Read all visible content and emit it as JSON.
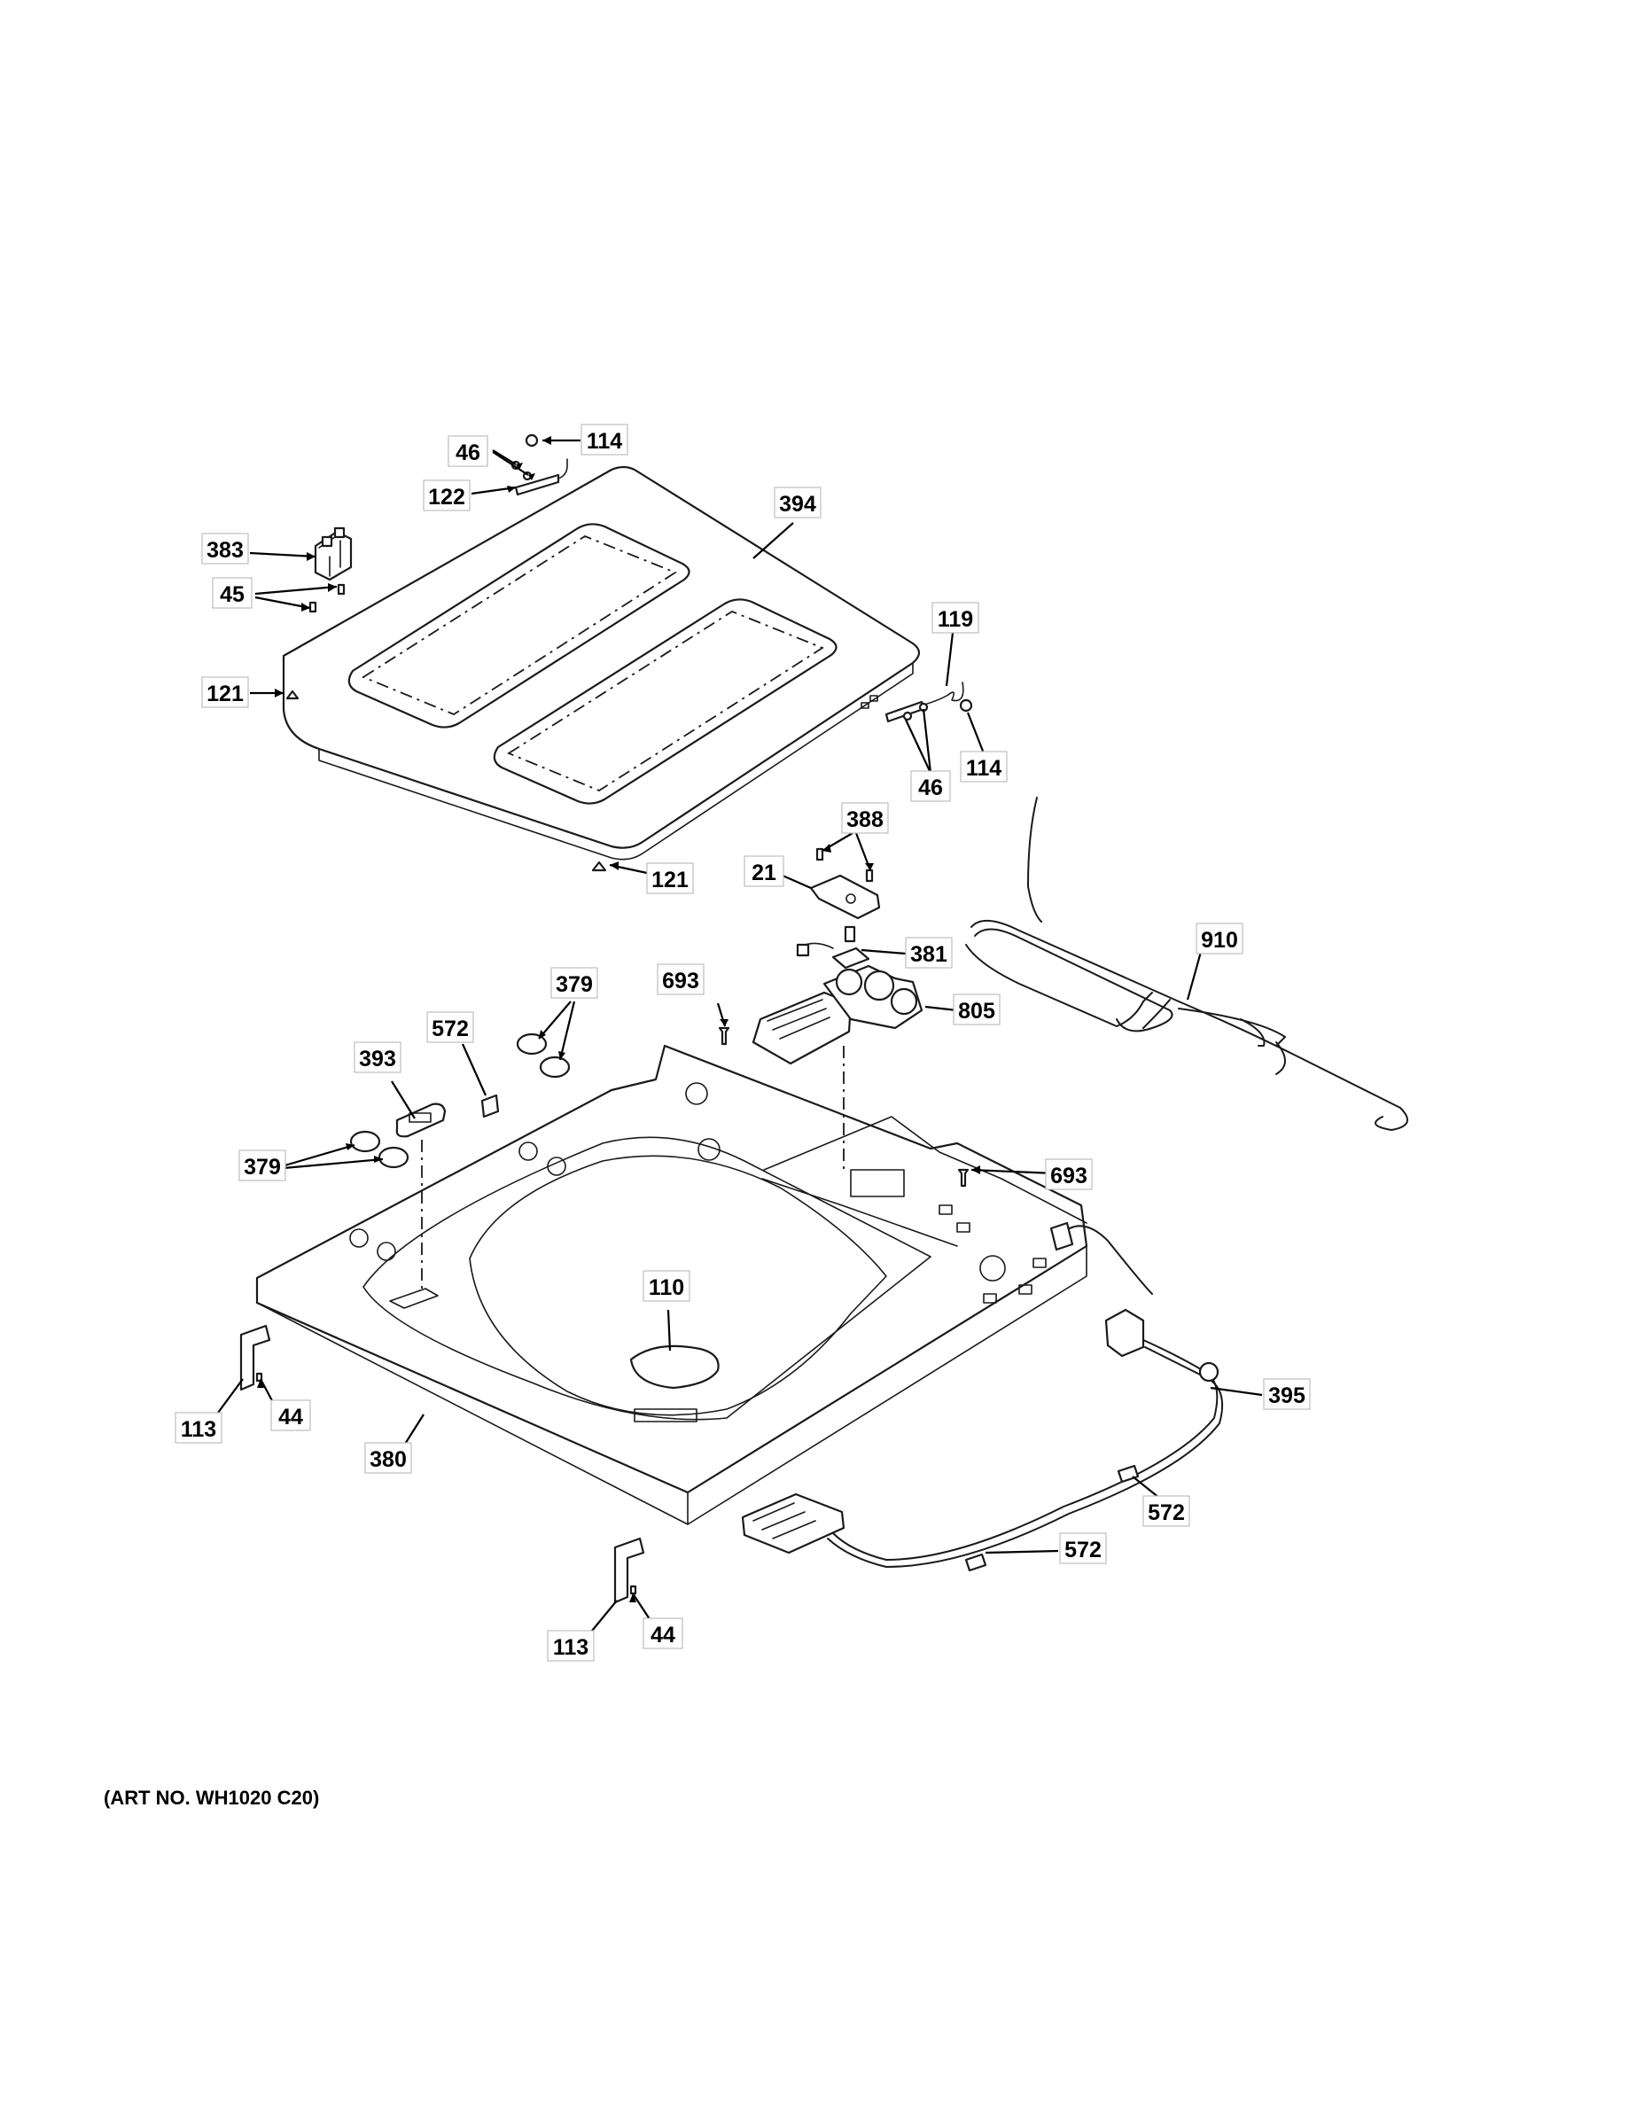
{
  "callouts": [
    {
      "id": "c-46-top",
      "label": "46"
    },
    {
      "id": "c-114-top",
      "label": "114"
    },
    {
      "id": "c-122",
      "label": "122"
    },
    {
      "id": "c-394",
      "label": "394"
    },
    {
      "id": "c-383",
      "label": "383"
    },
    {
      "id": "c-45",
      "label": "45"
    },
    {
      "id": "c-121-left",
      "label": "121"
    },
    {
      "id": "c-119",
      "label": "119"
    },
    {
      "id": "c-46-right",
      "label": "46"
    },
    {
      "id": "c-114-right",
      "label": "114"
    },
    {
      "id": "c-388",
      "label": "388"
    },
    {
      "id": "c-21",
      "label": "21"
    },
    {
      "id": "c-121-bottom",
      "label": "121"
    },
    {
      "id": "c-381",
      "label": "381"
    },
    {
      "id": "c-910",
      "label": "910"
    },
    {
      "id": "c-693-top",
      "label": "693"
    },
    {
      "id": "c-379-top",
      "label": "379"
    },
    {
      "id": "c-805",
      "label": "805"
    },
    {
      "id": "c-572-left",
      "label": "572"
    },
    {
      "id": "c-393",
      "label": "393"
    },
    {
      "id": "c-379-left",
      "label": "379"
    },
    {
      "id": "c-693-right",
      "label": "693"
    },
    {
      "id": "c-110",
      "label": "110"
    },
    {
      "id": "c-395",
      "label": "395"
    },
    {
      "id": "c-113-left",
      "label": "113"
    },
    {
      "id": "c-44-left",
      "label": "44"
    },
    {
      "id": "c-380",
      "label": "380"
    },
    {
      "id": "c-572-right",
      "label": "572"
    },
    {
      "id": "c-572-bottom",
      "label": "572"
    },
    {
      "id": "c-113-bottom",
      "label": "113"
    },
    {
      "id": "c-44-bottom",
      "label": "44"
    }
  ],
  "caption": "(ART NO. WH1020 C20)"
}
